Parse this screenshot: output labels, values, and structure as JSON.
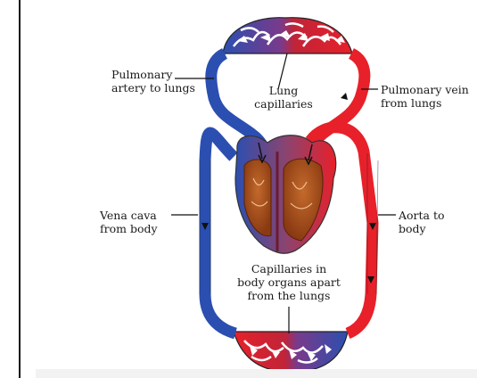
{
  "labels": {
    "pulmonary_artery": "Pulmonary\nartery to lungs",
    "lung_capillaries": "Lung\ncapillaries",
    "pulmonary_vein": "Pulmonary vein\nfrom lungs",
    "vena_cava": "Vena cava\nfrom body",
    "aorta": "Aorta to\nbody",
    "body_capillaries": "Capillaries in\nbody organs apart\nfrom the lungs"
  },
  "colors": {
    "oxygenated": "#e8202a",
    "deoxygenated": "#2b4fb0",
    "heart_muscle": "#a04a1c"
  }
}
